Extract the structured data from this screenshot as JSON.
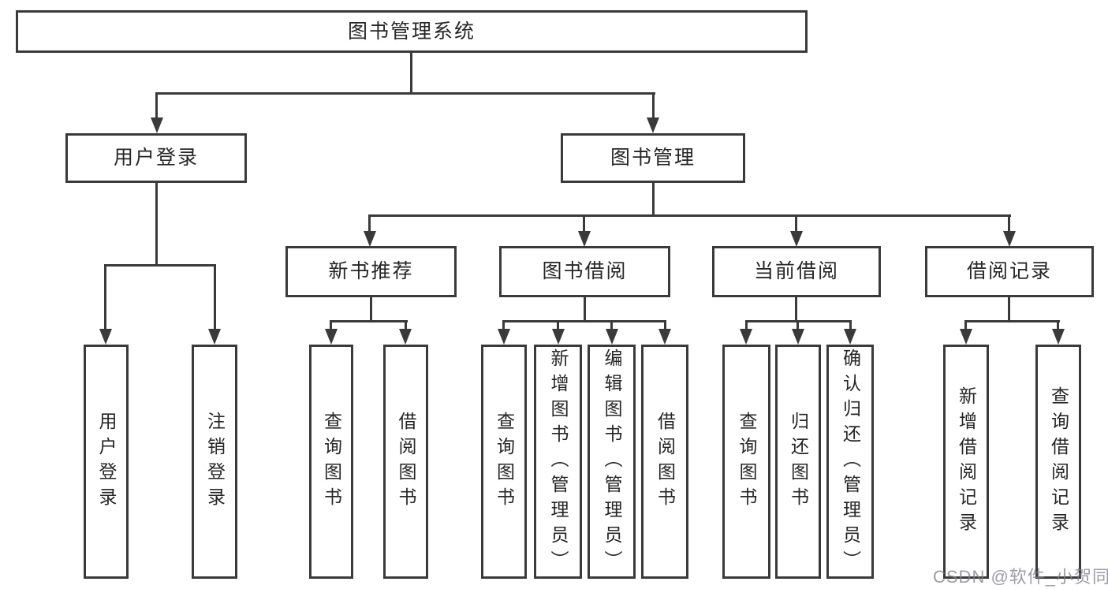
{
  "diagram": {
    "root": {
      "label": "图书管理系统"
    },
    "level2": {
      "user_login": "用户登录",
      "book_mgmt": "图书管理"
    },
    "level3": {
      "new_book": "新书推荐",
      "book_borrow": "图书借阅",
      "current_borrow": "当前借阅",
      "borrow_record": "借阅记录"
    },
    "leaves": {
      "login": [
        "用户登录",
        "注销登录"
      ],
      "newbook": [
        "查询图书",
        "借阅图书"
      ],
      "borrow": [
        "查询图书",
        "新增图书（管理员）",
        "编辑图书（管理员）",
        "借阅图书"
      ],
      "current": [
        "查询图书",
        "归还图书",
        "确认归还（管理员）"
      ],
      "record": [
        "新增借阅记录",
        "查询借阅记录"
      ]
    },
    "watermark": "CSDN @软件_小贺同学"
  },
  "colors": {
    "line": "#3a3a3a",
    "text": "#262626",
    "watermark_gray": "#80808a",
    "background": "#ffffff"
  }
}
